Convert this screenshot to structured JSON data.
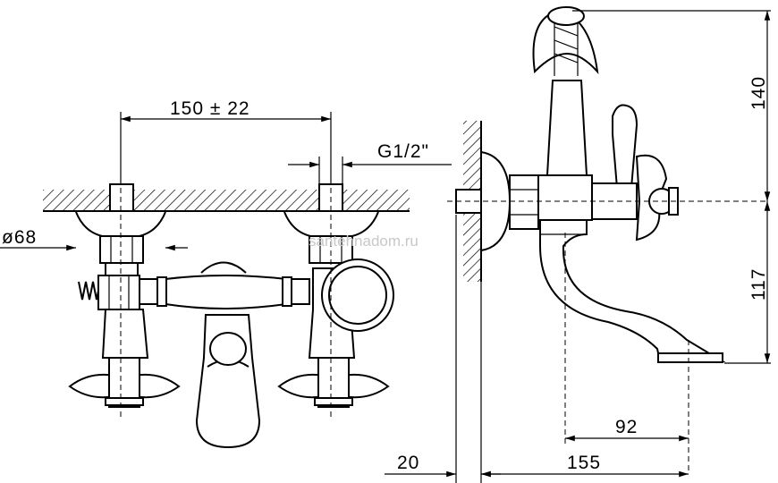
{
  "dimensions": {
    "spacing": "150 ± 22",
    "thread": "G1/2\"",
    "flange_diameter": "ø68",
    "height_top": "140",
    "height_bottom": "117",
    "spout_reach": "92",
    "wall_offset": "20",
    "total_depth": "155"
  },
  "watermark": "santehnadom.ru",
  "colors": {
    "line": "#000000",
    "background": "#ffffff",
    "watermark": "#c8c8c8"
  }
}
